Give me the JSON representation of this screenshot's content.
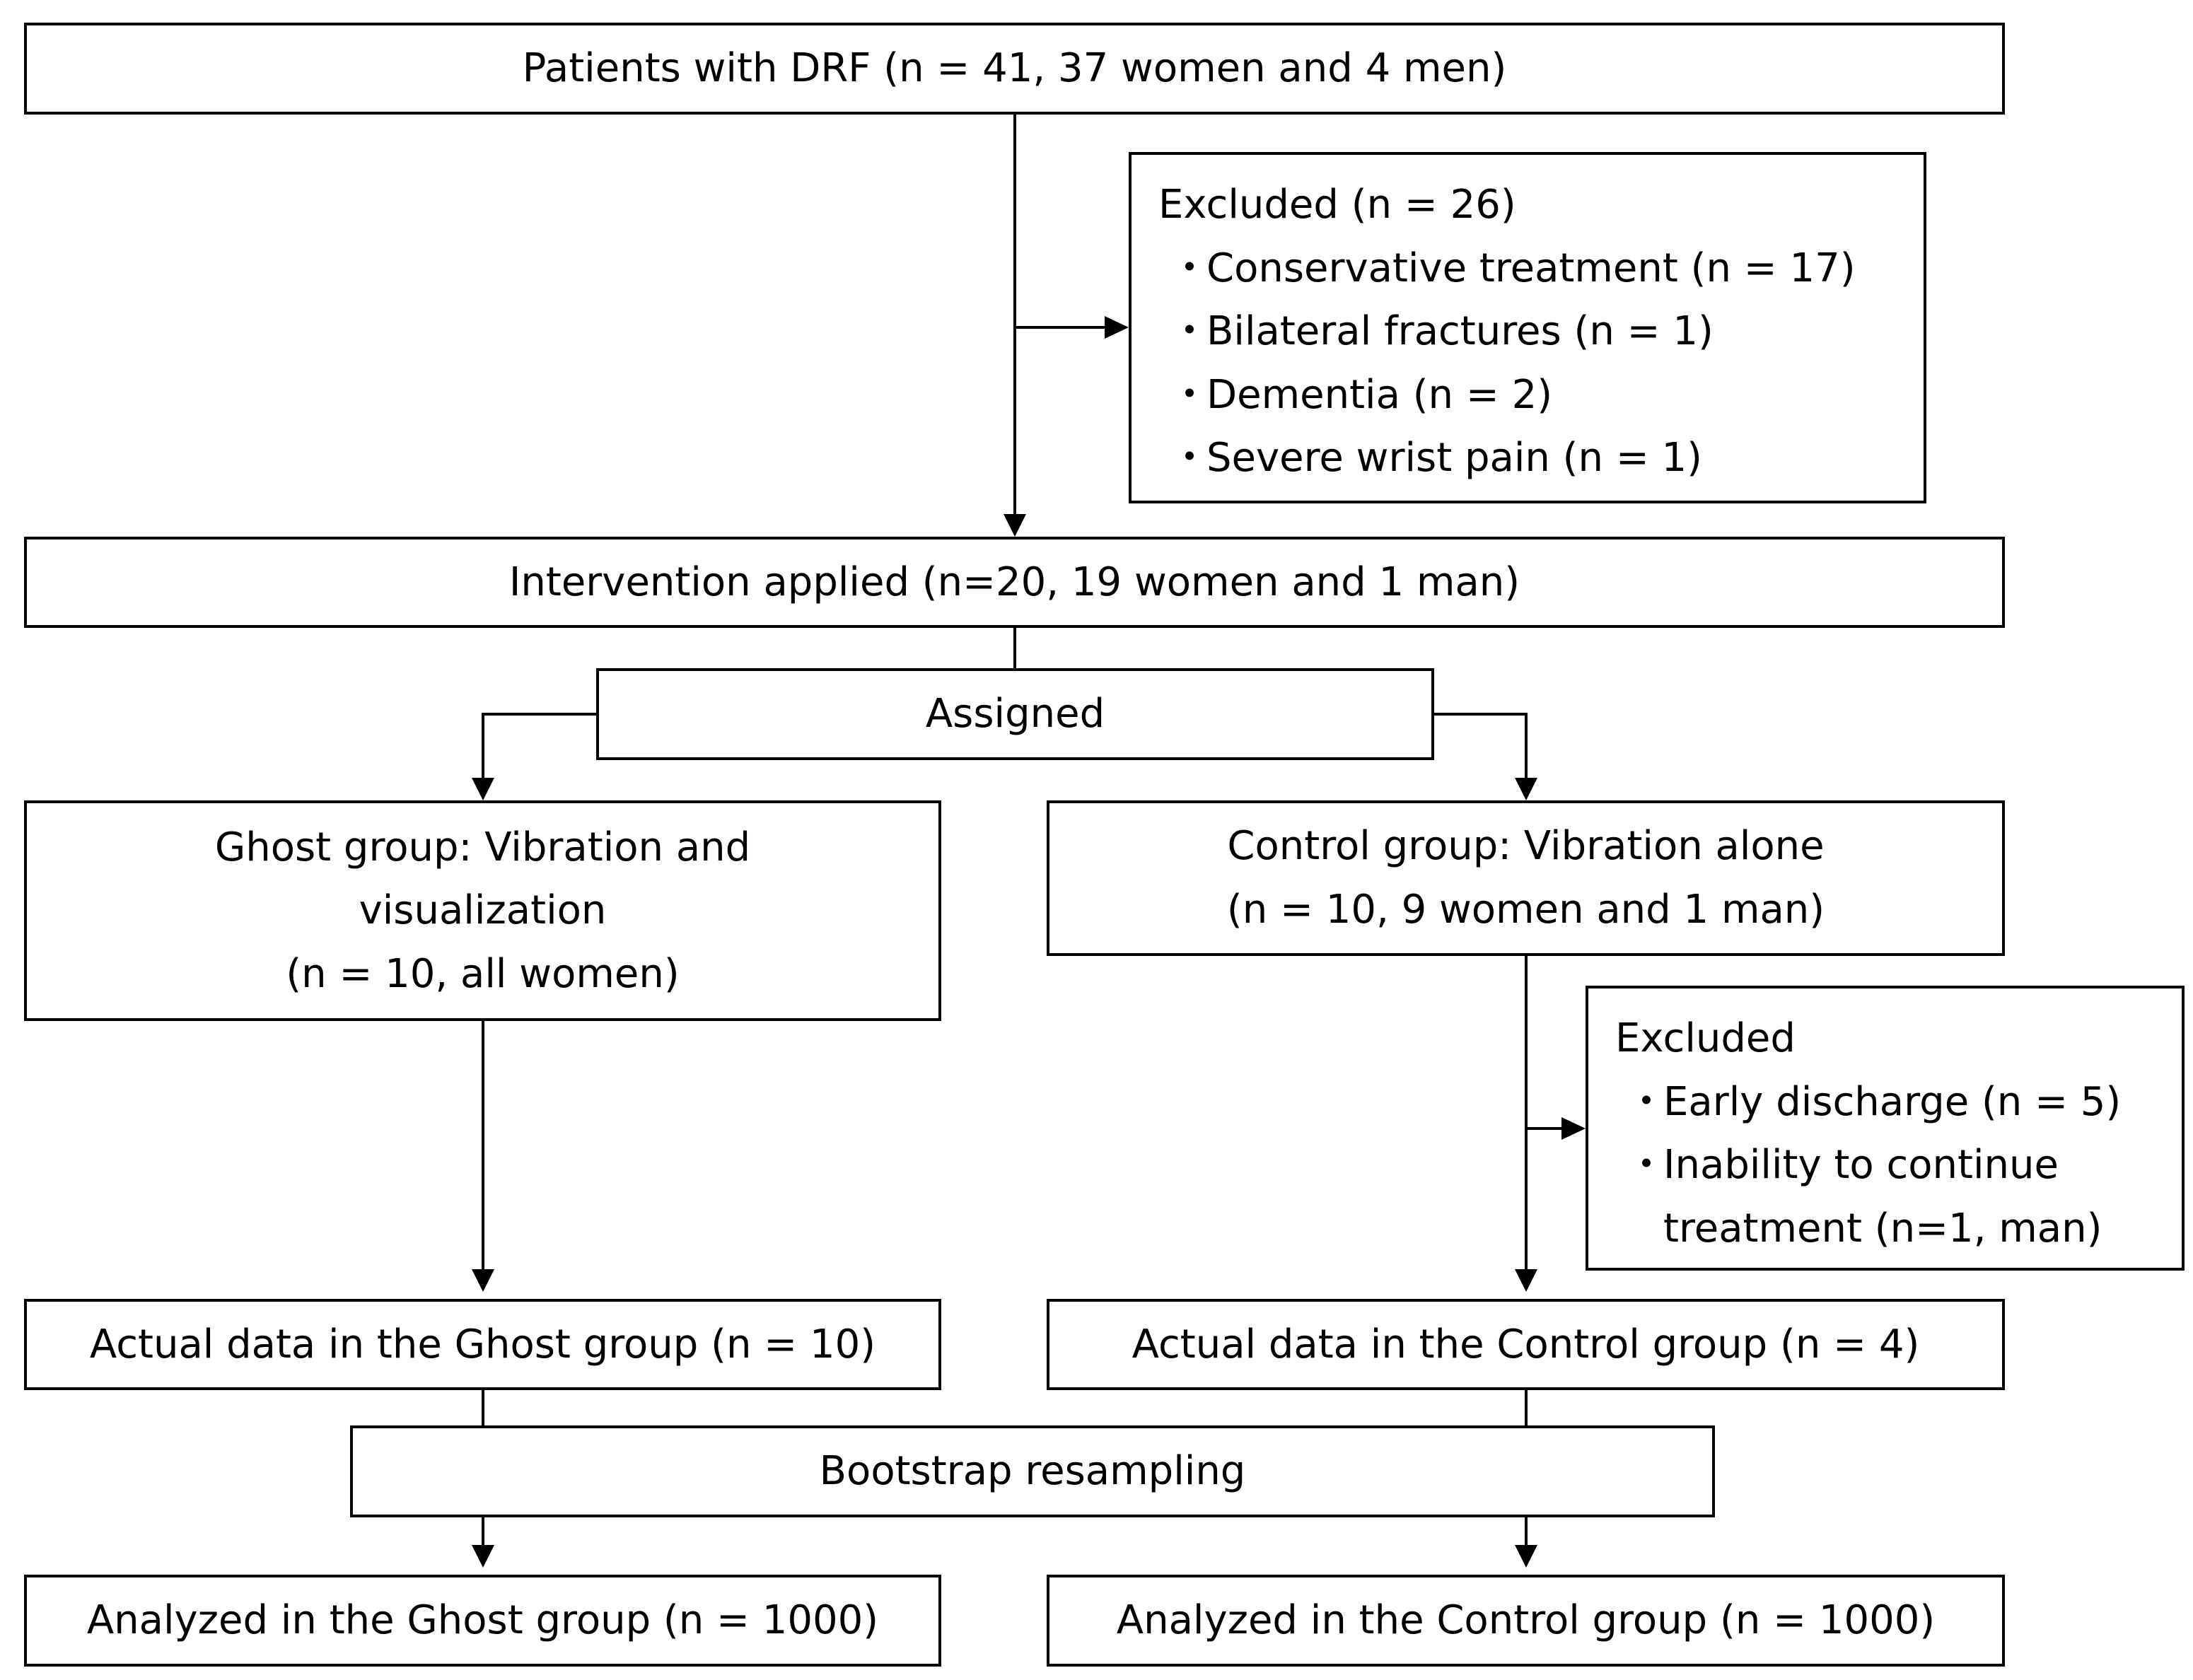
{
  "patients": "Patients with DRF  (n = 41, 37 women and 4 men)",
  "excluded_1": {
    "title": "Excluded (n = 26)",
    "bullet_glyph": "・",
    "items": [
      "Conservative treatment (n = 17)",
      "Bilateral fractures (n = 1)",
      "Dementia (n = 2)",
      "Severe wrist pain (n = 1)"
    ]
  },
  "intervention": "Intervention applied (n=20, 19 women and 1 man)",
  "assigned": "Assigned",
  "ghost_group": {
    "lines": [
      "Ghost group: Vibration and",
      "visualization",
      "(n = 10, all women)"
    ]
  },
  "control_group": {
    "lines": [
      "Control group: Vibration alone",
      "(n = 10, 9 women and 1 man)"
    ]
  },
  "excluded_2": {
    "title": "Excluded",
    "bullet_glyph": "・",
    "items": [
      "Early discharge (n = 5)",
      "Inability to continue"
    ],
    "continuation": "treatment (n=1, man)"
  },
  "actual_ghost": "Actual data in the Ghost group (n = 10)",
  "actual_control": "Actual data in the Control group (n = 4)",
  "bootstrap": "Bootstrap resampling",
  "analyzed_ghost": "Analyzed in the Ghost group (n = 1000)",
  "analyzed_control": "Analyzed in the Control group (n = 1000)"
}
